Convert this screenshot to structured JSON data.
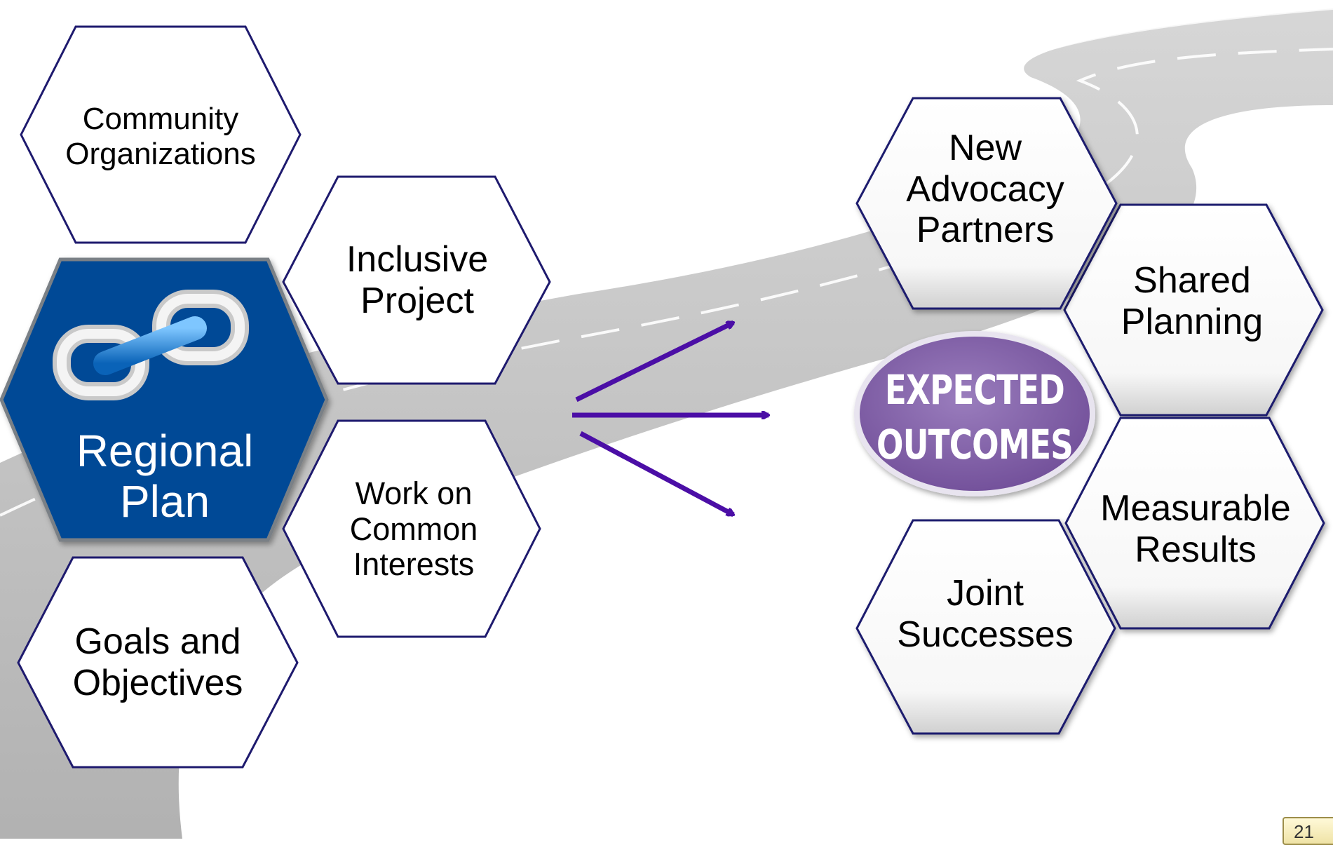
{
  "diagram": {
    "left_cluster": {
      "center": {
        "title_lines": [
          "Regional",
          "Plan"
        ],
        "icon": "chain-link-icon"
      },
      "nodes": [
        {
          "id": "community-organizations",
          "lines": [
            "Community",
            "Organizations"
          ]
        },
        {
          "id": "inclusive-project",
          "lines": [
            "Inclusive",
            "Project"
          ]
        },
        {
          "id": "work-on-common-interests",
          "lines": [
            "Work on",
            "Common",
            "Interests"
          ]
        },
        {
          "id": "goals-and-objectives",
          "lines": [
            "Goals and",
            "Objectives"
          ]
        }
      ]
    },
    "badge": {
      "lines": [
        "EXPECTED",
        "OUTCOMES"
      ]
    },
    "right_cluster": {
      "nodes": [
        {
          "id": "new-advocacy-partners",
          "lines": [
            "New",
            "Advocacy",
            "Partners"
          ]
        },
        {
          "id": "shared-planning",
          "lines": [
            "Shared",
            "Planning"
          ]
        },
        {
          "id": "measurable-results",
          "lines": [
            "Measurable",
            "Results"
          ]
        },
        {
          "id": "joint-successes",
          "lines": [
            "Joint",
            "Successes"
          ]
        }
      ]
    },
    "arrows": 3
  },
  "page_number": "21",
  "colors": {
    "regional_plan_fill": "#004a96",
    "hex_outline": "#1e1a6e",
    "arrow": "#4b0ea6",
    "badge_fill": "#7d5aa2",
    "road": "#b5b5b5"
  }
}
